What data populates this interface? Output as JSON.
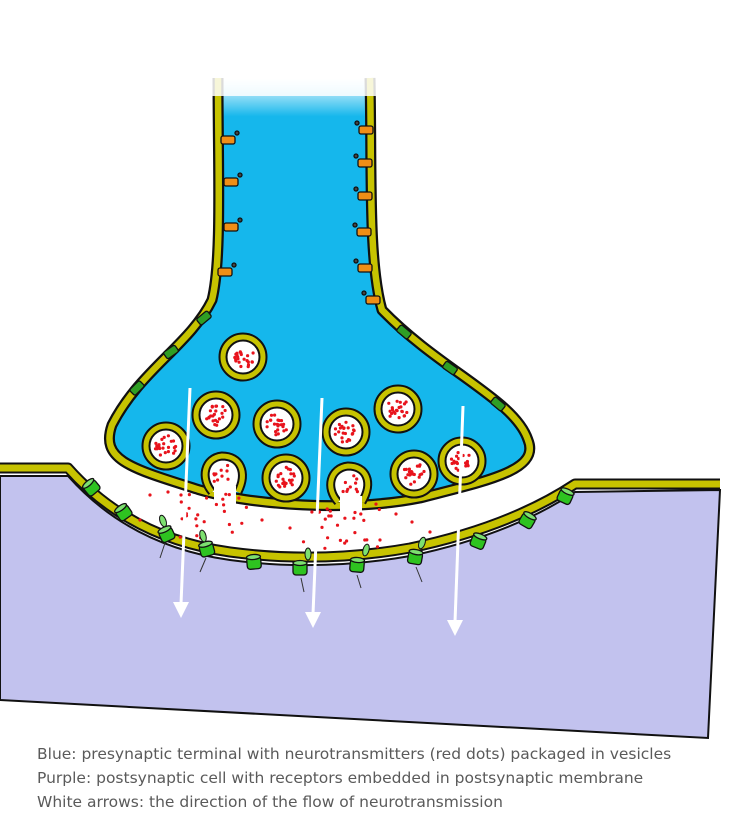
{
  "caption": {
    "line1": "Blue: presynaptic terminal with neurotransmitters (red dots) packaged in vesicles",
    "line2": "Purple: postsynaptic cell with receptors embedded in postsynaptic membrane",
    "line3": "White arrows: the direction of the flow of neurotransmission"
  },
  "colors": {
    "presynaptic": "#15b7ec",
    "postsynaptic": "#c2c2ee",
    "membrane": "#c7c300",
    "outline": "#111111",
    "neurotransmitter": "#e8131c",
    "receptor": "#2ec320",
    "voltage_channel": "#f08e16",
    "arrow": "#ffffff"
  }
}
